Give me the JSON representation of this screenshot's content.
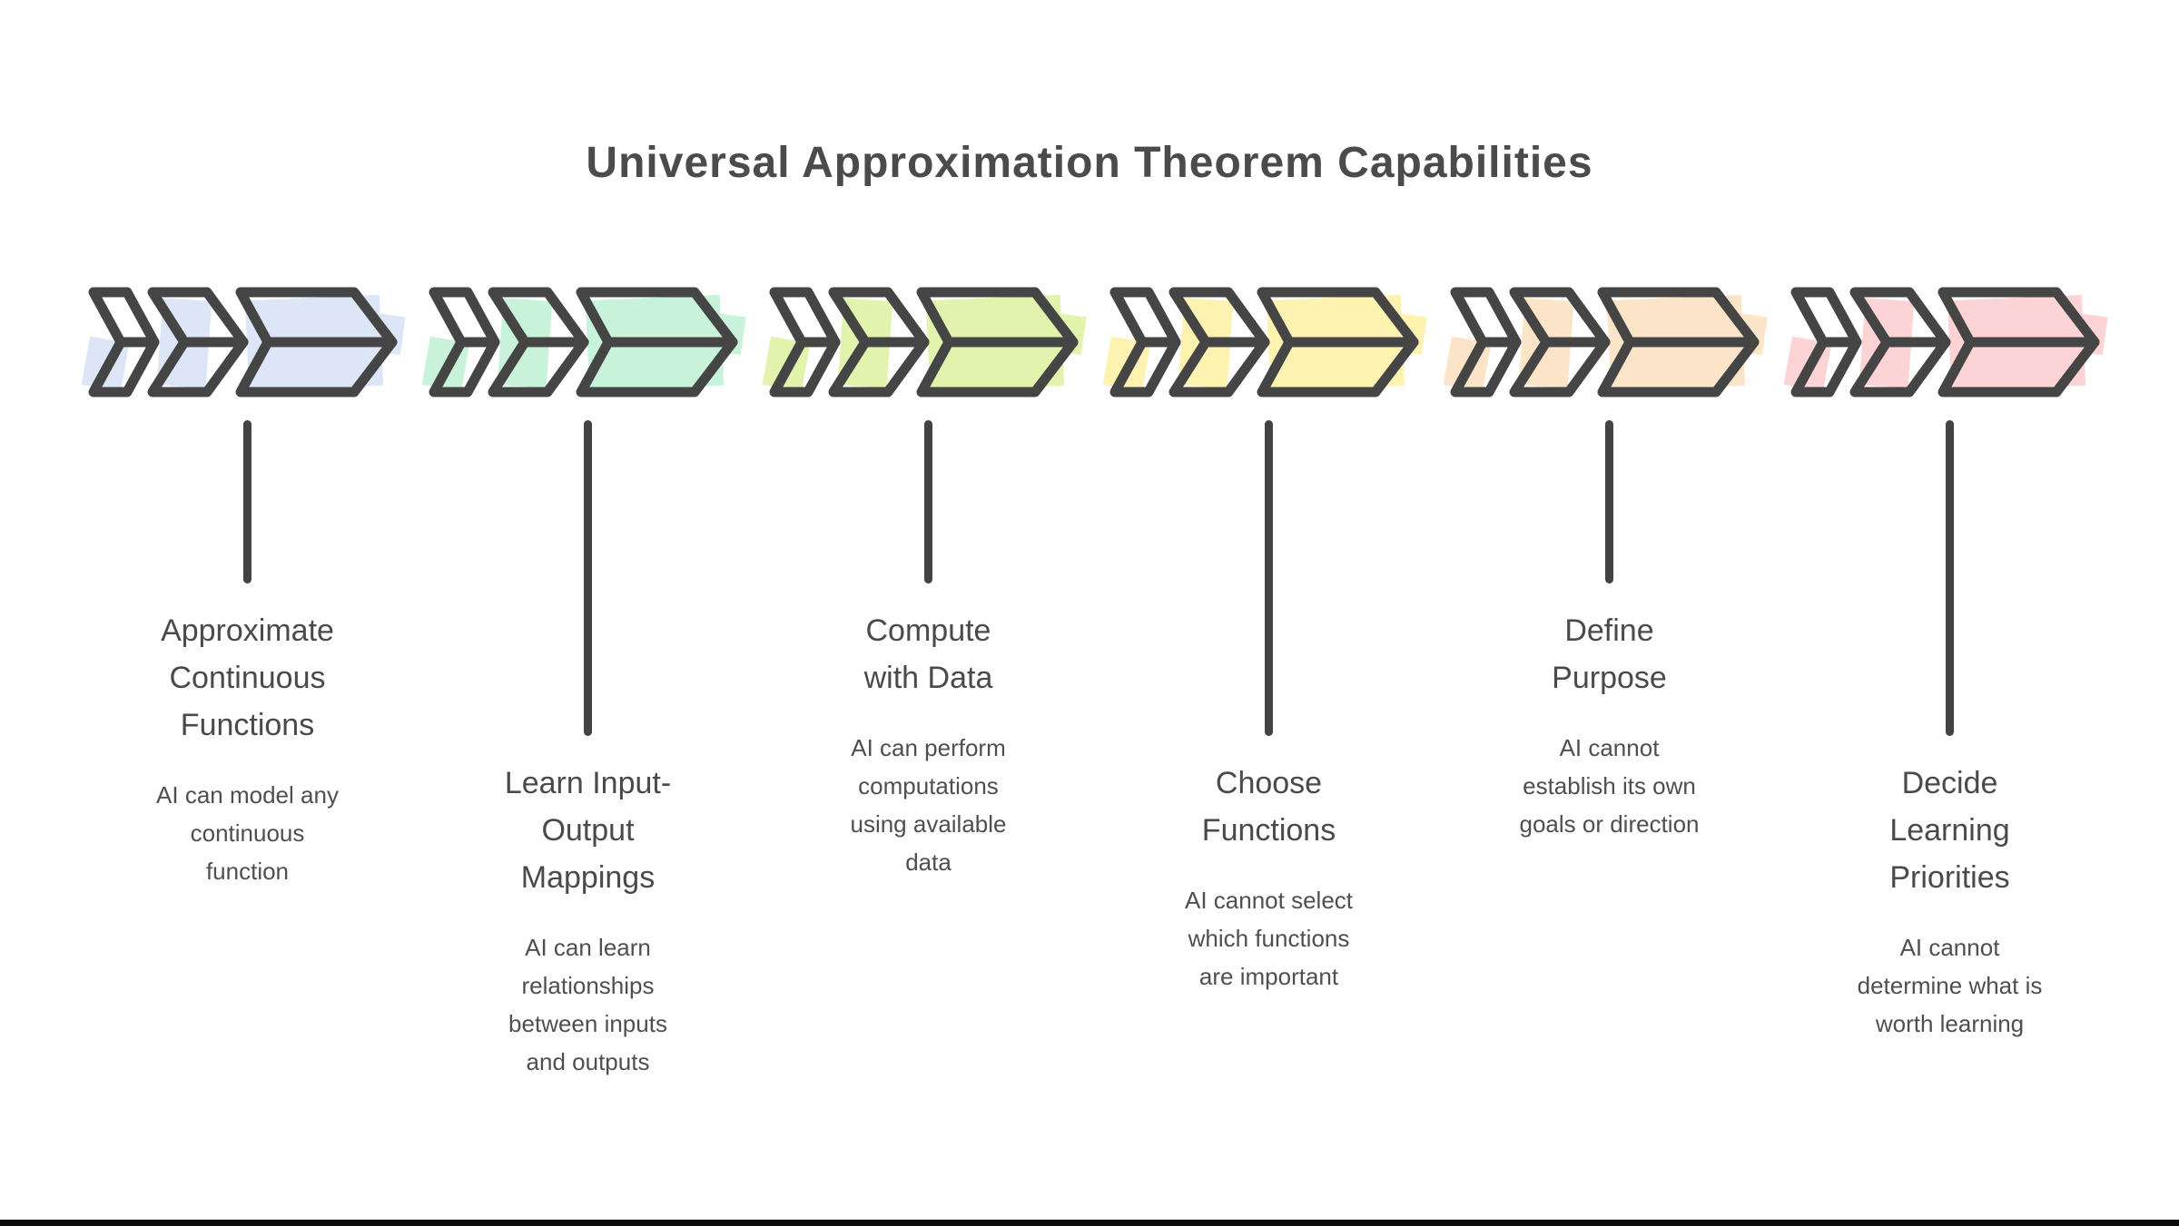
{
  "page": {
    "title": "Universal Approximation Theorem Capabilities",
    "colors": {
      "background": "#ffffff",
      "outline": "#454545",
      "heading_text": "#4b4b4b",
      "body_text": "#4f4f4f",
      "connector": "#434343",
      "bottom_bar": "#0b0b0b"
    }
  },
  "items": [
    {
      "id": "approximate-continuous-functions",
      "accent_color": "#dce6f7",
      "title": "Approximate\nContinuous\nFunctions",
      "description": "AI can model any\ncontinuous\nfunction",
      "connector_length": "short"
    },
    {
      "id": "learn-input-output-mappings",
      "accent_color": "#c9f2da",
      "title": "Learn Input-\nOutput\nMappings",
      "description": "AI can learn\nrelationships\nbetween inputs\nand outputs",
      "connector_length": "long"
    },
    {
      "id": "compute-with-data",
      "accent_color": "#e1f3ad",
      "title": "Compute\nwith Data",
      "description": "AI can perform\ncomputations\nusing available\ndata",
      "connector_length": "short"
    },
    {
      "id": "choose-functions",
      "accent_color": "#fdf2af",
      "title": "Choose\nFunctions",
      "description": "AI cannot select\nwhich functions\nare important",
      "connector_length": "long"
    },
    {
      "id": "define-purpose",
      "accent_color": "#fce4c9",
      "title": "Define\nPurpose",
      "description": "AI cannot\nestablish its own\ngoals or direction",
      "connector_length": "short"
    },
    {
      "id": "decide-learning-priorities",
      "accent_color": "#fcd4d6",
      "title": "Decide\nLearning\nPriorities",
      "description": "AI cannot\ndetermine what is\nworth learning",
      "connector_length": "long"
    }
  ]
}
